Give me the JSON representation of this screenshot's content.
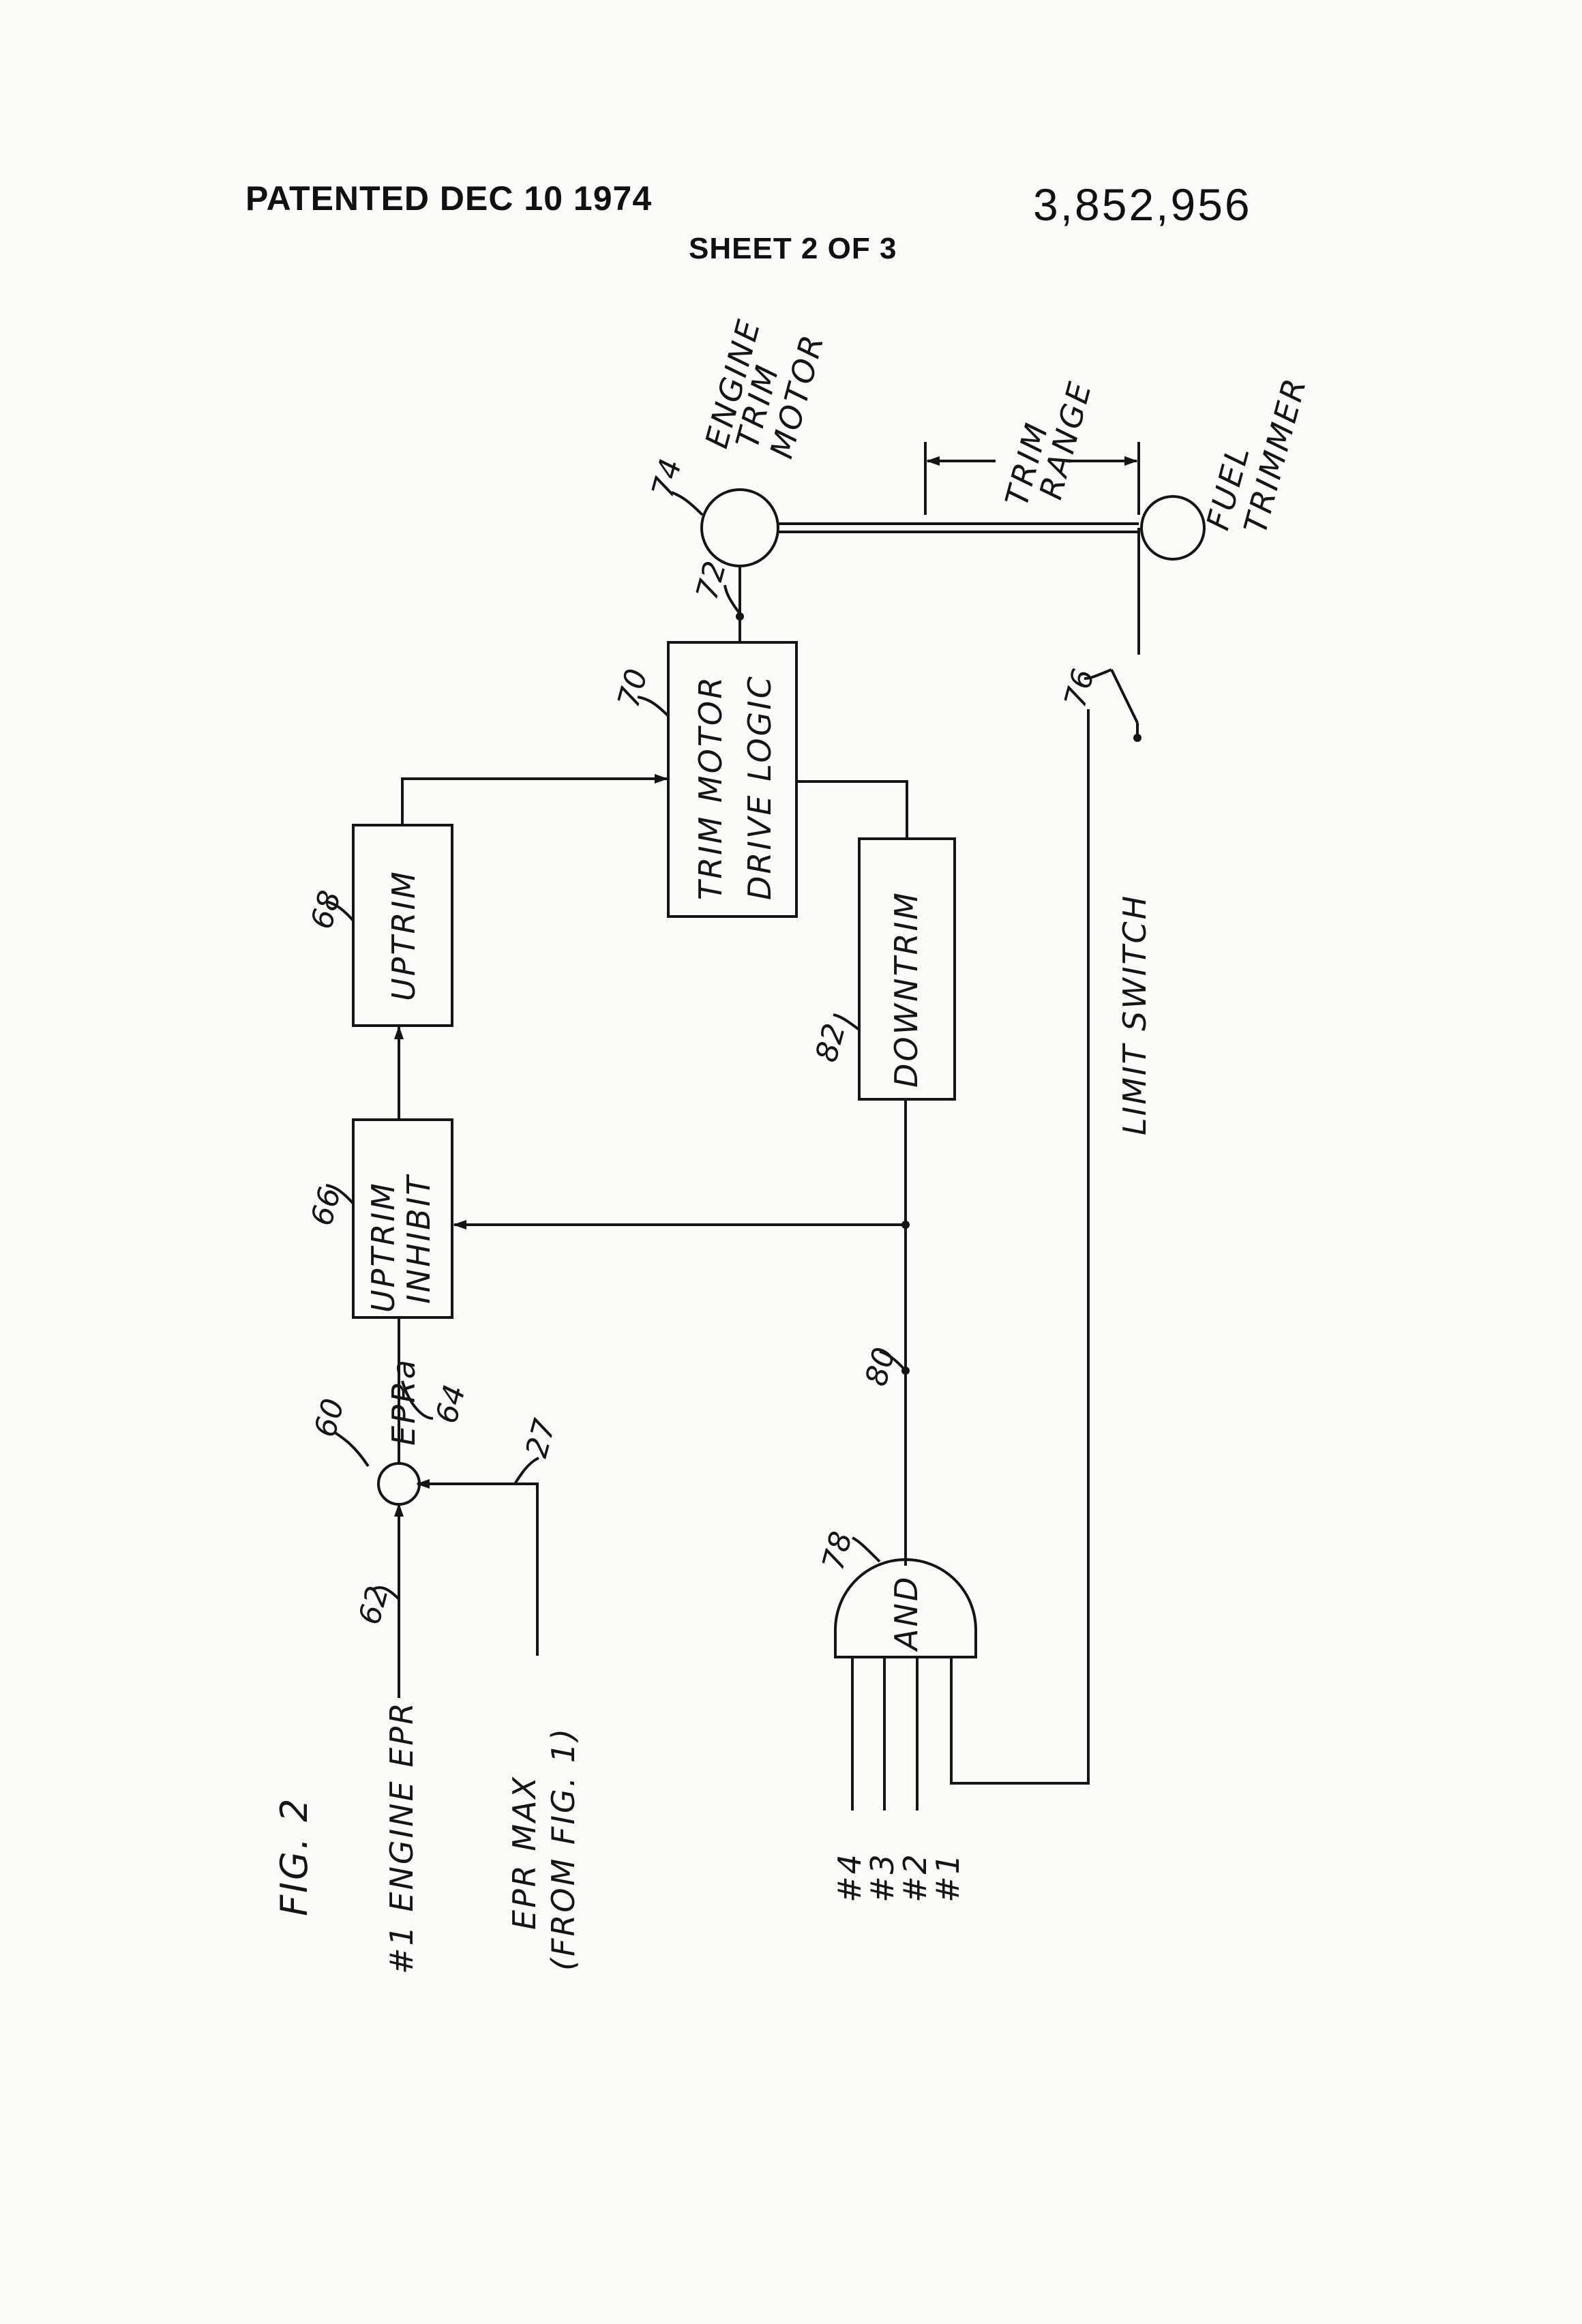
{
  "header": {
    "patented": "PATENTED DEC 10 1974",
    "patent_number": "3,852,956",
    "sheet": "SHEET 2 OF 3"
  },
  "figure": {
    "label": "FIG. 2",
    "inputs": {
      "engine_epr_line1": "#1 ENGINE EPR",
      "epr_max_line1": "EPR MAX",
      "epr_max_line2": "(FROM FIG. 1)"
    },
    "blocks": {
      "uptrim_inhibit_line1": "UPTRIM",
      "uptrim_inhibit_line2": "INHIBIT",
      "uptrim": "UPTRIM",
      "trim_motor_line1": "TRIM MOTOR",
      "trim_motor_line2": "DRIVE LOGIC",
      "downtrim": "DOWNTRIM",
      "and_gate": "AND"
    },
    "components": {
      "engine_trim_motor_line1": "ENGINE",
      "engine_trim_motor_line2": "TRIM",
      "engine_trim_motor_line3": "MOTOR",
      "fuel_trimmer_line1": "FUEL",
      "fuel_trimmer_line2": "TRIMMER",
      "trim_range_line1": "TRIM",
      "trim_range_line2": "RANGE",
      "limit_switch": "LIMIT SWITCH"
    },
    "signals": {
      "epra": "EPRa"
    },
    "and_inputs": [
      "#4",
      "#3",
      "#2",
      "#1"
    ],
    "reference_numerals": {
      "summing_junction": "60",
      "engine_epr_line": "62",
      "epra_line": "64",
      "epr_max_line": "27",
      "uptrim_inhibit": "66",
      "uptrim": "68",
      "trim_motor_logic": "70",
      "motor_connection": "72",
      "engine_trim_motor": "74",
      "limit_switch": "76",
      "and_gate": "78",
      "and_output": "80",
      "downtrim": "82"
    }
  }
}
